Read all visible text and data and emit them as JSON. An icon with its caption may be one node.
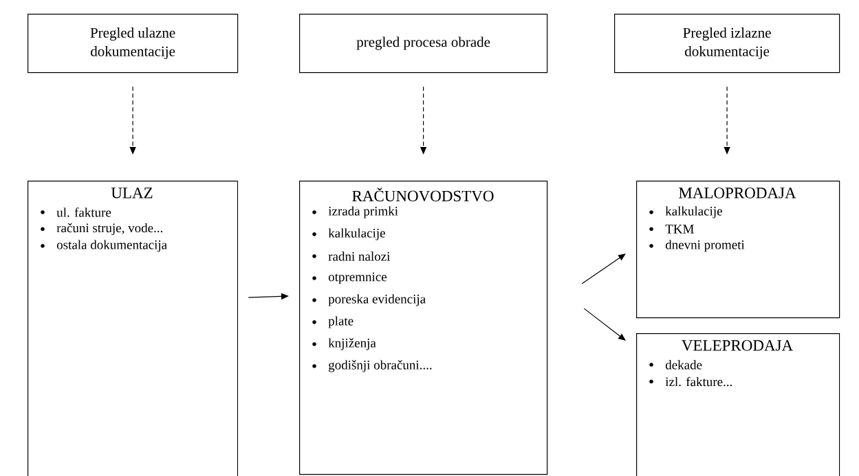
{
  "diagram": {
    "nodes": [
      {
        "text": [
          "Pregled ulazne dokumentacije"
        ]
      },
      {
        "text": [
          "pregled procesa obrade"
        ]
      },
      {
        "text": [
          "Pregled izlazne dokumentacije"
        ]
      },
      {
        "text": [
          "ULAZ",
          "ul. fakture",
          "računi struje, vode...",
          "ostala dokumentacija"
        ]
      },
      {
        "text": [
          "RAČUNOVODSTVO",
          "izrada primki",
          "kalkulacije",
          "radni nalozi",
          "otpremnice",
          "poreska evidencija",
          "plate",
          "knjiženja",
          "godišnji obračuni...."
        ]
      },
      {
        "text": [
          "MALOPRODAJA",
          "kalkulacije",
          "TKM",
          "dnevni prometi"
        ]
      },
      {
        "text": [
          "VELEPRODAJA",
          "dekade",
          "izl. fakture..."
        ]
      }
    ],
    "edges": [
      {
        "from": 0,
        "to": 3,
        "arrow": "to",
        "style": "dashed"
      },
      {
        "from": 1,
        "to": 4,
        "arrow": "to",
        "style": "dashed"
      },
      {
        "from": 2,
        "to": 5,
        "arrow": "to",
        "style": "dashed"
      },
      {
        "from": 3,
        "to": 4,
        "arrow": "to"
      },
      {
        "from": 4,
        "to": 5,
        "arrow": "to"
      },
      {
        "from": 4,
        "to": 6,
        "arrow": "to"
      }
    ]
  }
}
